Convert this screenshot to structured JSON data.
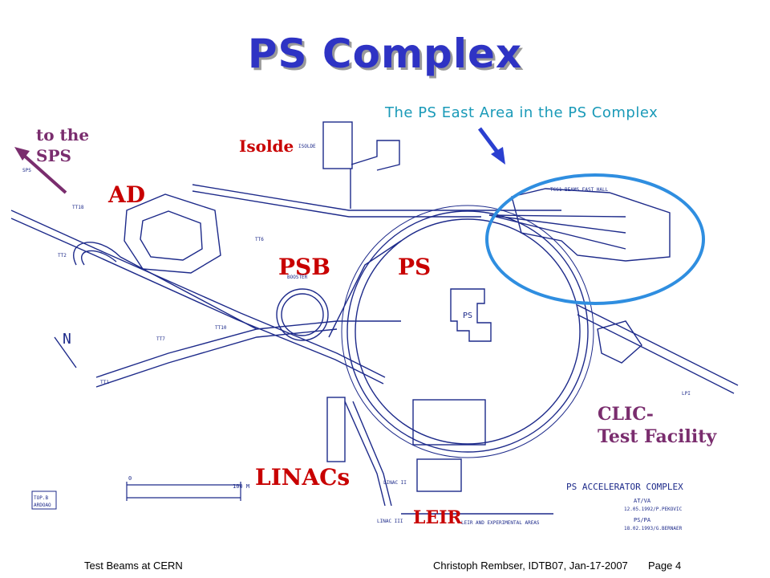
{
  "slide": {
    "title": "PS Complex",
    "east_area_label": "The PS East Area in the PS Complex",
    "footer_left": "Test Beams at CERN",
    "footer_center": "Christoph Rembser, IDTB07, Jan-17-2007",
    "footer_right": "Page 4"
  },
  "labels": {
    "to_sps": "to the\nSPS",
    "isolde": "Isolde",
    "ad": "AD",
    "psb": "PSB",
    "ps": "PS",
    "linacs": "LINACs",
    "leir": "LEIR",
    "clic": "CLIC-\nTest Facility"
  },
  "map_text": {
    "north": "N",
    "ps_center": "PS",
    "legend_title": "PS ACCELERATOR COMPLEX",
    "legend_line1": "AT/VA",
    "legend_line2": "12.05.1992/P.PEKOVIC",
    "legend_line3": "PS/PA",
    "legend_line4": "18.02.1993/G.BERNAER",
    "scale_left": "0",
    "scale_right": "100 M",
    "east_hall": "TCS1 BEAMS EAST HALL",
    "stamp_top": "TOP.B",
    "stamp_bottom": "ARDOAO",
    "tt2": "TT2",
    "tt7": "TT7",
    "tt1": "TT1",
    "tt10": "TT10",
    "tt18": "TT18",
    "tt6": "TT6",
    "sps_tag": "SPS",
    "booster": "BOOSTER",
    "linac2": "LINAC II",
    "linac3": "LINAC III",
    "leir_tag": "LEIR AND EXPERIMENTAL AREAS",
    "lpi": "LPI",
    "isolde_tag": "ISOLDE"
  },
  "colors": {
    "title": "#2e33c4",
    "label_red": "#c80000",
    "label_blue": "#1d3d7a",
    "label_purple": "#7a2d6e",
    "lines": "#1d2a8a",
    "ellipse": "#2f8ee0",
    "east_label": "#1a9ab8",
    "arrow": "#2a3fd0"
  }
}
